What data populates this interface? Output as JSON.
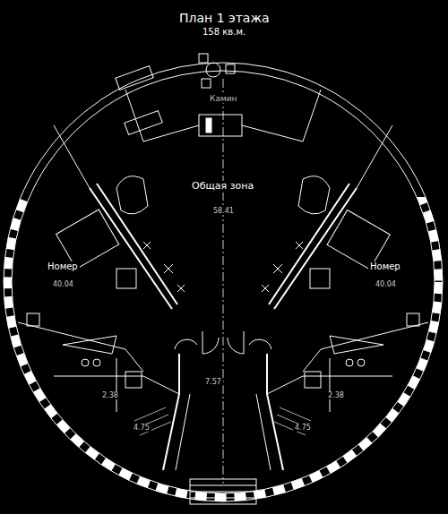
{
  "diagram": {
    "title": "План 1 этажа",
    "caption": "158 кв.м.",
    "labels": [
      "Камин",
      "Общая зона",
      "58.41",
      "Номер",
      "40.04",
      "Номер",
      "40.04",
      "2.38",
      "4.75",
      "7.57",
      "2.38",
      "4.75"
    ]
  }
}
